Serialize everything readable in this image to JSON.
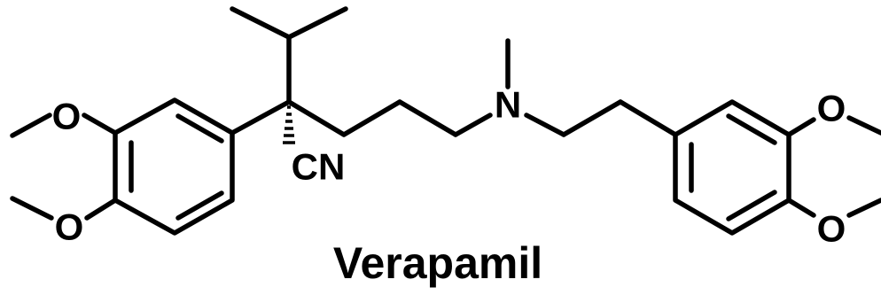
{
  "molecule": {
    "name": "Verapamil",
    "atom_labels": {
      "methoxy_o_upper_left": "O",
      "methoxy_o_lower_left": "O",
      "nitrile": "CN",
      "amine_n": "N",
      "methoxy_o_upper_right": "O",
      "methoxy_o_lower_right": "O"
    }
  }
}
